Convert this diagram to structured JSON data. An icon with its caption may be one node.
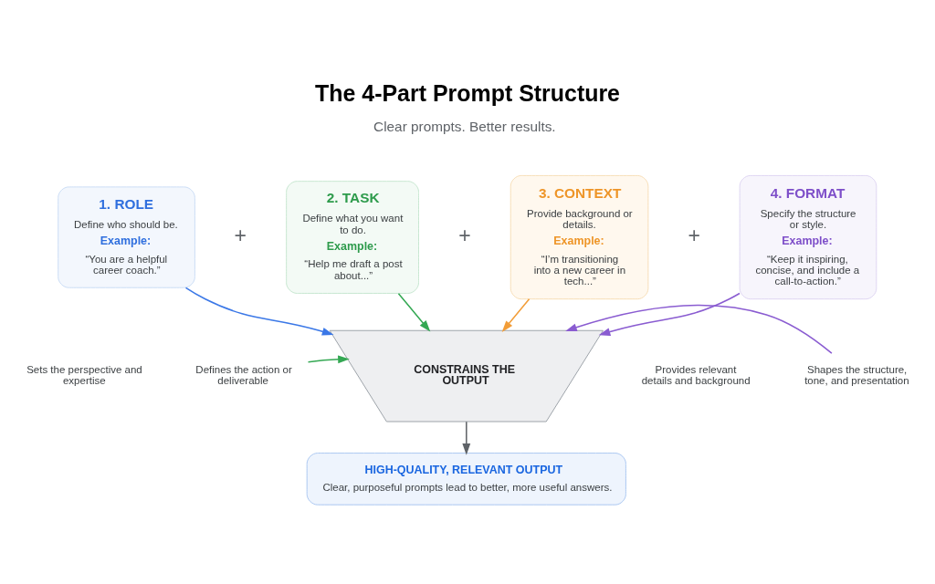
{
  "diagram": {
    "title": "The 4-Part Prompt Structure",
    "nodes": [
      {
        "text": [
          "1. ROLE",
          "Define who should be.",
          "Example:",
          "“You are a helpful career coach.”"
        ]
      },
      {
        "text": [
          "2. TASK",
          "Define what you want to do.",
          "Example:",
          "“Help me draft a post about...”"
        ]
      },
      {
        "text": [
          "3. CONTEXT",
          "Provide background or details.",
          "Example:",
          "“I’m transitioning into a new career in tech...”"
        ]
      },
      {
        "text": [
          "4. FORMAT",
          "Specify the structure or style.",
          "Example:",
          "“Keep it inspiring, concise, and include a call-to-action.”"
        ]
      },
      {
        "text": [
          "CONSTRAINS THE OUTPUT"
        ]
      },
      {
        "text": [
          "Sets the perspective and expertise"
        ]
      },
      {
        "text": [
          "Defines the action or deliverable"
        ]
      },
      {
        "text": [
          "Provides relevant details and background"
        ]
      },
      {
        "text": [
          "Shapes the structure, tone, and presentation"
        ]
      },
      {
        "text": [
          "HIGH-QUALITY, RELEVANT OUTPUT",
          "Clear, purposeful prompts lead to better, more useful answers."
        ]
      }
    ],
    "edges": [
      {
        "from": 0,
        "to": 4,
        "arrow": "to",
        "color": "#3b78e7"
      },
      {
        "from": 1,
        "to": 4,
        "arrow": "to",
        "color": "#34a853"
      },
      {
        "from": 2,
        "to": 4,
        "arrow": "to",
        "color": "#f29d38"
      },
      {
        "from": 3,
        "to": 4,
        "arrow": "to",
        "color": "#8a5cd1"
      },
      {
        "from": 6,
        "to": 4,
        "arrow": "to",
        "color": "#34a853"
      },
      {
        "from": 8,
        "to": 4,
        "arrow": "to",
        "color": "#8a5cd1"
      },
      {
        "from": 4,
        "to": 9,
        "arrow": "to",
        "color": "#5f6368"
      }
    ],
    "labels": [
      "Clear prompts. Better results.",
      "+",
      "+",
      "+"
    ]
  }
}
